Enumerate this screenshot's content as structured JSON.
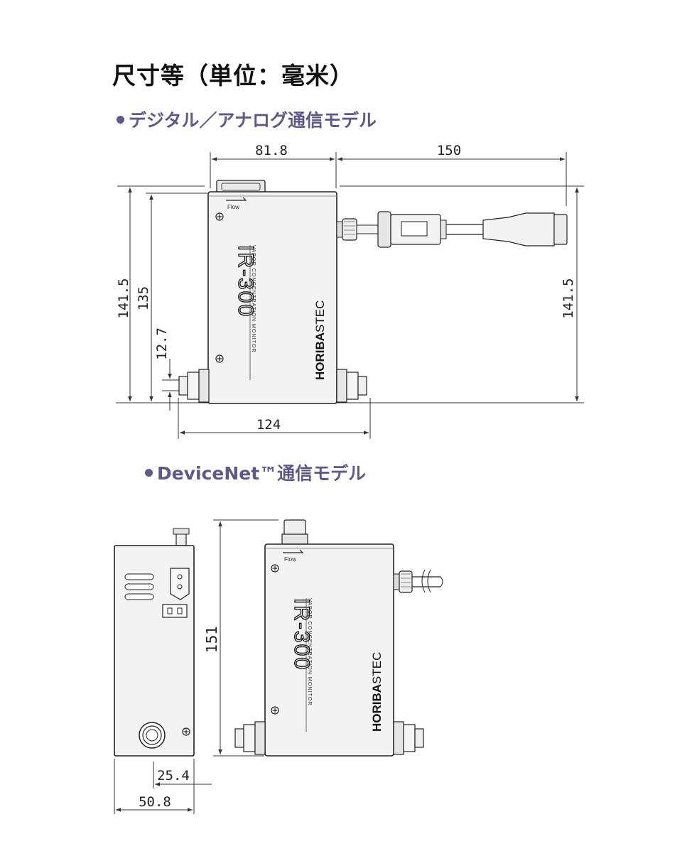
{
  "page": {
    "title": "尺寸等（単位：毫米）"
  },
  "sections": [
    {
      "label": "デジタル／アナログ通信モデル"
    },
    {
      "label": "DeviceNet™通信モデル"
    }
  ],
  "diagram1": {
    "dim_width_top": "81.8",
    "dim_cable": "150",
    "dim_height_left_outer": "141.5",
    "dim_height_left_inner": "135",
    "dim_fitting": "12.7",
    "dim_height_right": "141.5",
    "dim_bottom": "124",
    "label_flow": "Flow",
    "label_model": "IR-300",
    "label_subtitle": "VAPOR CONCENTRATION MONITOR",
    "label_brand": "HORIBA",
    "label_brand_suffix": "STEC"
  },
  "diagram2": {
    "dim_height": "151",
    "dim_side_inner": "25.4",
    "dim_side_outer": "50.8",
    "label_flow": "Flow",
    "label_model": "IR-300",
    "label_subtitle": "VAPOR CONCENTRATION MONITOR",
    "label_brand": "HORIBA",
    "label_brand_suffix": "STEC"
  }
}
